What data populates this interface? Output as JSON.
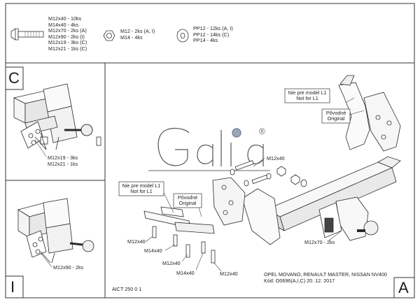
{
  "hardware": {
    "bolts": [
      "M12x40 - 10ks",
      "M14x40 - 4ks",
      "M12x70 - 2ks (A)",
      "M12x90 - 2ks (I)",
      "M12x19 - 3ks (C)",
      "M12x21 - 1ks (C)"
    ],
    "nuts": [
      "M12 - 2ks (A, I)",
      "M14 - 4ks"
    ],
    "washers": [
      "PP12 - 12ks (A, I)",
      "PP12 - 14ks (C)",
      "PP14 - 4ks"
    ]
  },
  "panel_c": {
    "letter": "C",
    "callouts": [
      "M12x19 - 3ks",
      "M12x21 - 1ks"
    ]
  },
  "panel_i": {
    "letter": "I",
    "callout": "M12x90 - 2ks"
  },
  "main": {
    "letter": "A",
    "logo": "Galia",
    "registered": "®",
    "note_right": [
      "Nie pre model L1",
      "Not for L1"
    ],
    "note_left": [
      "Nie pre model L1",
      "Not for L1"
    ],
    "orig_right": [
      "Pôvodné",
      "Original"
    ],
    "orig_left": [
      "Pôvodné",
      "Original"
    ],
    "labels": {
      "m12x40_top": "M12x40",
      "m12x70": "M12x70 - 2ks",
      "m12x40_left": "M12x40",
      "m14x40_left": "M14x40",
      "m12x40_bottom": "M12x40",
      "m14x40_bottom": "M14x40",
      "m12x40_bottom_right": "M12x40"
    },
    "drawing_id": "AICT 250 0 1",
    "vehicle": "OPEL MOVANO, RENAULT MASTER, NISSAN NV400",
    "code_line": "Kód: O0696(A,I,C)  20. 12. 2017"
  }
}
